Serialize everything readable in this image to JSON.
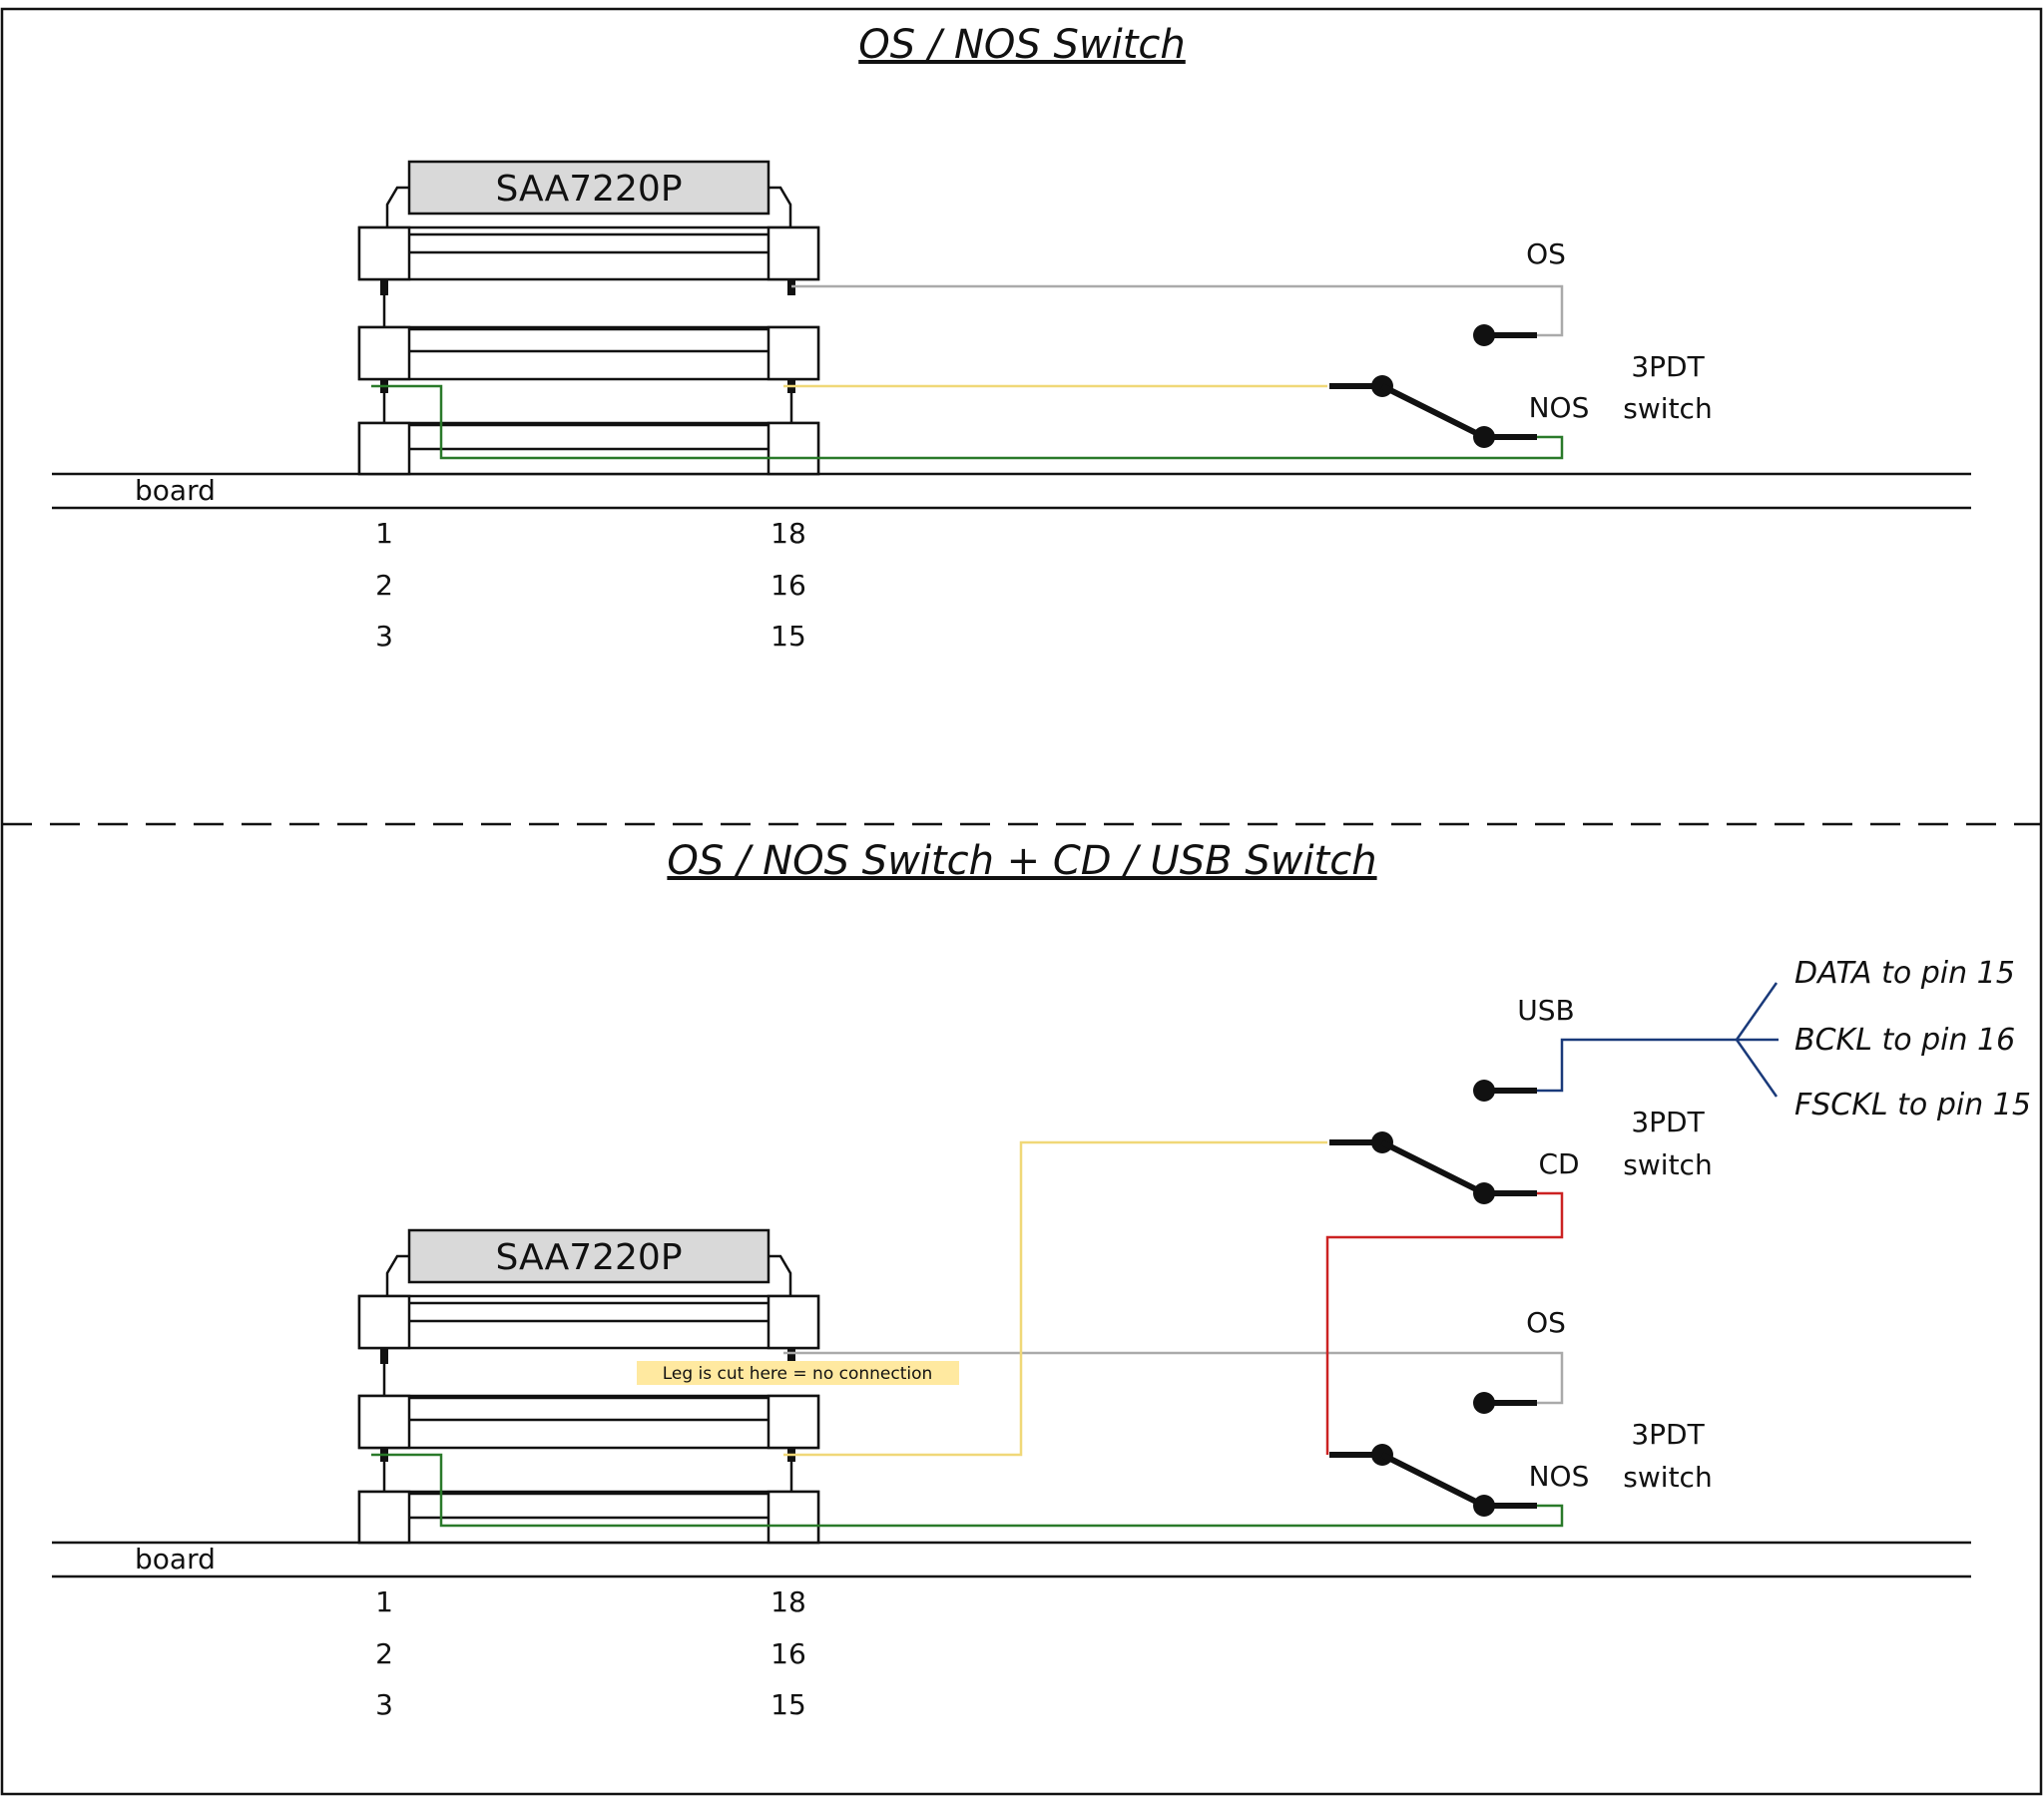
{
  "diagram": {
    "panels": [
      {
        "title": "OS / NOS Switch",
        "chip_label": "SAA7220P",
        "board_label": "board",
        "pin_rows": [
          {
            "left": "1",
            "right": "18"
          },
          {
            "left": "2",
            "right": "16"
          },
          {
            "left": "3",
            "right": "15"
          }
        ],
        "switches": [
          {
            "throw_top": "OS",
            "throw_bottom": "NOS",
            "type_line1": "3PDT",
            "type_line2": "switch"
          }
        ]
      },
      {
        "title": "OS / NOS Switch + CD / USB Switch",
        "chip_label": "SAA7220P",
        "board_label": "board",
        "pin_rows": [
          {
            "left": "1",
            "right": "18"
          },
          {
            "left": "2",
            "right": "16"
          },
          {
            "left": "3",
            "right": "15"
          }
        ],
        "switches": [
          {
            "throw_top": "USB",
            "throw_bottom": "CD",
            "type_line1": "3PDT",
            "type_line2": "switch"
          },
          {
            "throw_top": "OS",
            "throw_bottom": "NOS",
            "type_line1": "3PDT",
            "type_line2": "switch"
          }
        ],
        "note": "Leg is cut here = no connection",
        "usb_signals": [
          "DATA to pin 15",
          "BCKL to pin 16",
          "FSCKL to pin 15"
        ]
      }
    ],
    "colors": {
      "wire_os": "#aaaaaa",
      "wire_nos_common": "#f0d878",
      "wire_ground": "#2a7a2a",
      "wire_cd": "#cc2222",
      "wire_usb": "#1a3a7a",
      "chip_fill": "#d9d9d9",
      "note_fill": "#ffe9a0"
    }
  }
}
